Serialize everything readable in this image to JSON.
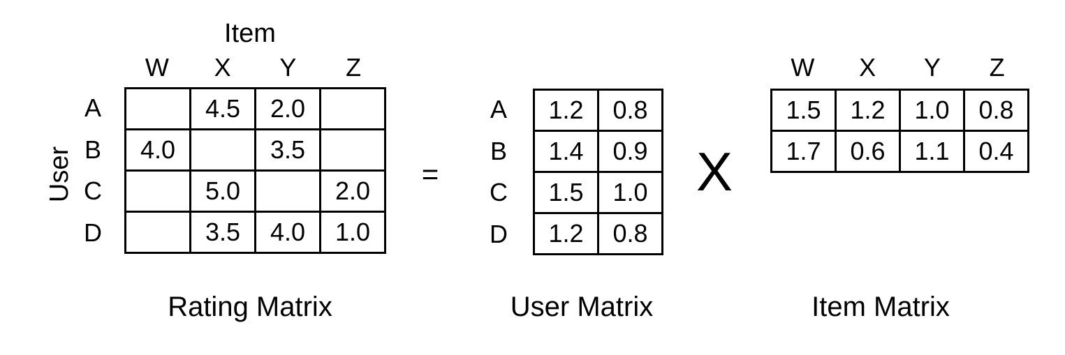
{
  "matrices": {
    "rating": {
      "caption": "Rating Matrix",
      "col_axis": "Item",
      "row_axis": "User",
      "col_headers": [
        "W",
        "X",
        "Y",
        "Z"
      ],
      "row_headers": [
        "A",
        "B",
        "C",
        "D"
      ],
      "rows": [
        [
          "",
          "4.5",
          "2.0",
          ""
        ],
        [
          "4.0",
          "",
          "3.5",
          ""
        ],
        [
          "",
          "5.0",
          "",
          "2.0"
        ],
        [
          "",
          "3.5",
          "4.0",
          "1.0"
        ]
      ]
    },
    "user": {
      "caption": "User Matrix",
      "row_headers": [
        "A",
        "B",
        "C",
        "D"
      ],
      "rows": [
        [
          "1.2",
          "0.8"
        ],
        [
          "1.4",
          "0.9"
        ],
        [
          "1.5",
          "1.0"
        ],
        [
          "1.2",
          "0.8"
        ]
      ]
    },
    "item": {
      "caption": "Item Matrix",
      "col_headers": [
        "W",
        "X",
        "Y",
        "Z"
      ],
      "rows": [
        [
          "1.5",
          "1.2",
          "1.0",
          "0.8"
        ],
        [
          "1.7",
          "0.6",
          "1.1",
          "0.4"
        ]
      ]
    }
  },
  "operators": {
    "equals": "=",
    "multiply": "X"
  },
  "colors": {
    "ink": "#000000",
    "background": "#ffffff"
  }
}
